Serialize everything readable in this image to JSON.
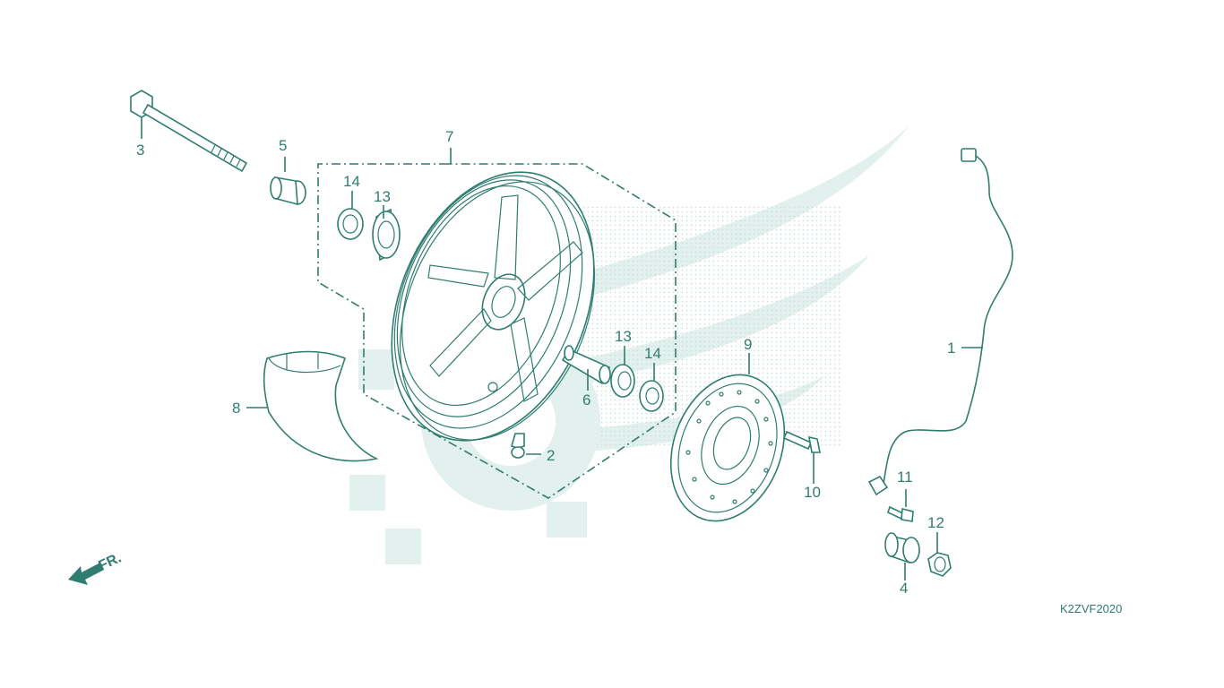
{
  "diagram": {
    "code": "K2ZVF2020",
    "direction_label": "FR.",
    "callouts": [
      {
        "id": "c1",
        "label": "1"
      },
      {
        "id": "c2",
        "label": "2"
      },
      {
        "id": "c3",
        "label": "3"
      },
      {
        "id": "c4",
        "label": "4"
      },
      {
        "id": "c5",
        "label": "5"
      },
      {
        "id": "c6",
        "label": "6"
      },
      {
        "id": "c7",
        "label": "7"
      },
      {
        "id": "c8",
        "label": "8"
      },
      {
        "id": "c9",
        "label": "9"
      },
      {
        "id": "c10",
        "label": "10"
      },
      {
        "id": "c11",
        "label": "11"
      },
      {
        "id": "c12",
        "label": "12"
      },
      {
        "id": "c13a",
        "label": "13"
      },
      {
        "id": "c13b",
        "label": "13"
      },
      {
        "id": "c14a",
        "label": "14"
      },
      {
        "id": "c14b",
        "label": "14"
      }
    ],
    "colors": {
      "line": "#2f7d70",
      "watermark": "#e3f1ee",
      "background": "#ffffff"
    }
  }
}
